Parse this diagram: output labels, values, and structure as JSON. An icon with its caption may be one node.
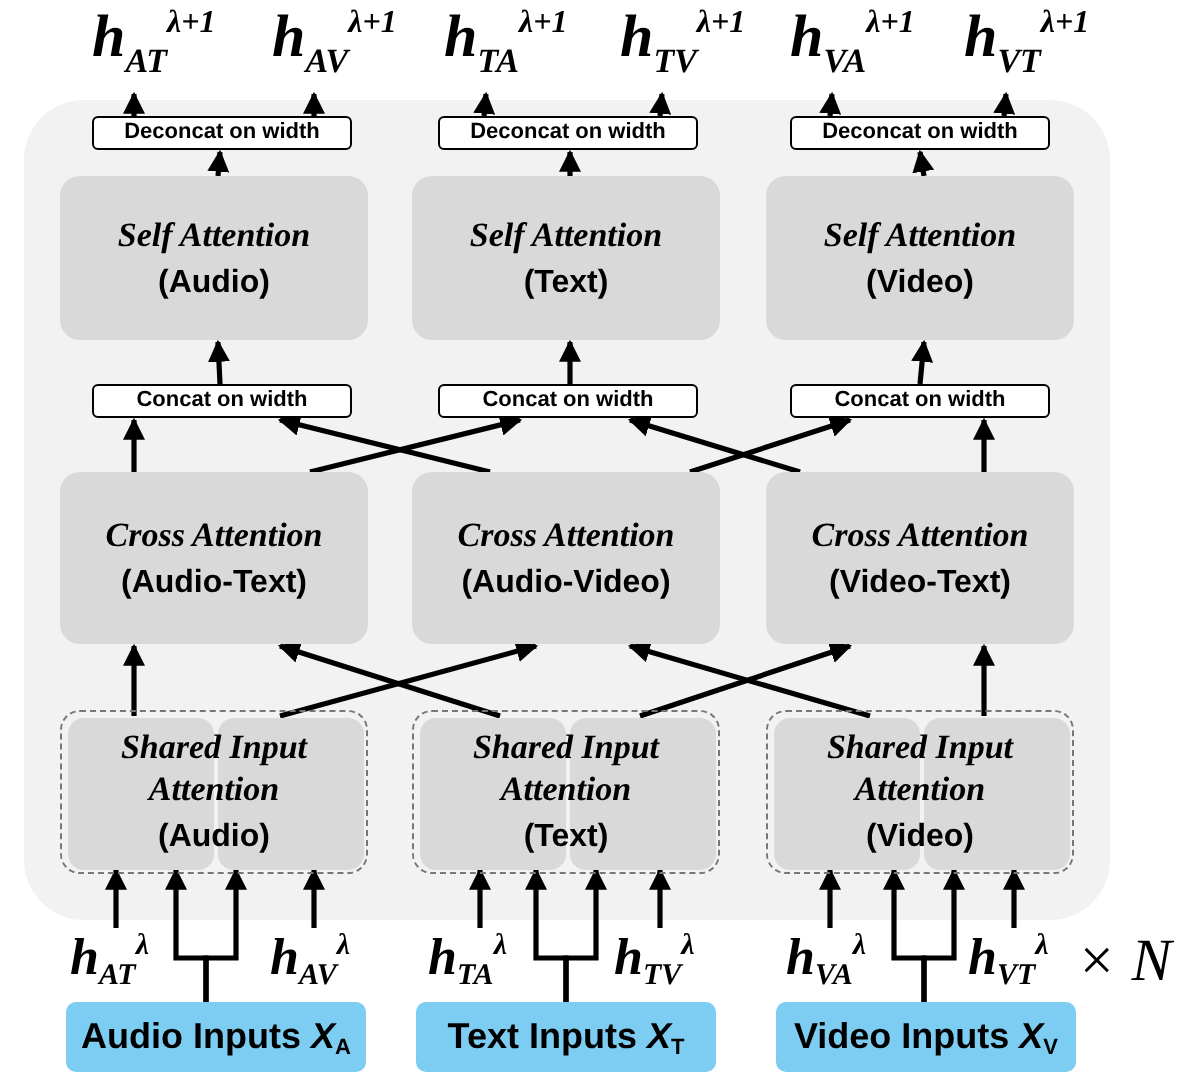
{
  "diagram": {
    "nodes": [
      {
        "text": [
          "h$_{AT}$$^{λ+1}$"
        ]
      },
      {
        "text": [
          "h$_{AV}$$^{λ+1}$"
        ]
      },
      {
        "text": [
          "h$_{TA}$$^{λ+1}$"
        ]
      },
      {
        "text": [
          "h$_{TV}$$^{λ+1}$"
        ]
      },
      {
        "text": [
          "h$_{VA}$$^{λ+1}$"
        ]
      },
      {
        "text": [
          "h$_{VT}$$^{λ+1}$"
        ]
      },
      {
        "text": [],
        "shape": "box"
      },
      {
        "text": [
          "Deconcat on width"
        ],
        "in": 6
      },
      {
        "text": [
          "Deconcat on width"
        ],
        "in": 6
      },
      {
        "text": [
          "Deconcat on width"
        ],
        "in": 6
      },
      {
        "text": [
          "Self Attention",
          "(Audio)"
        ],
        "in": 6
      },
      {
        "text": [
          "Self Attention",
          "(Text)"
        ],
        "in": 6
      },
      {
        "text": [
          "Self Attention",
          "(Video)"
        ],
        "in": 6
      },
      {
        "text": [
          "Concat on width"
        ],
        "in": 6
      },
      {
        "text": [
          "Concat on width"
        ],
        "in": 6
      },
      {
        "text": [
          "Concat on width"
        ],
        "in": 6
      },
      {
        "text": [
          "Cross Attention",
          "(Audio-Text)"
        ],
        "in": 6
      },
      {
        "text": [
          "Cross Attention",
          "(Audio-Video)"
        ],
        "in": 6
      },
      {
        "text": [
          "Cross Attention",
          "(Video-Text)"
        ],
        "in": 6
      },
      {
        "text": [
          "Shared Input Attention",
          "(Audio)"
        ],
        "in": 6
      },
      {
        "text": [
          "Shared Input Attention",
          "(Text)"
        ],
        "in": 6
      },
      {
        "text": [
          "Shared Input Attention",
          "(Video)"
        ],
        "in": 6
      },
      {
        "text": [],
        "shape": "box",
        "in": 19
      },
      {
        "text": [],
        "shape": "box",
        "in": 19
      },
      {
        "text": [],
        "shape": "box",
        "in": 20
      },
      {
        "text": [],
        "shape": "box",
        "in": 20
      },
      {
        "text": [],
        "shape": "box",
        "in": 21
      },
      {
        "text": [],
        "shape": "box",
        "in": 21
      },
      {
        "text": [
          "h$_{AT}$$^{λ}$"
        ]
      },
      {
        "text": [
          "h$_{AV}$$^{λ}$"
        ]
      },
      {
        "text": [
          "h$_{TA}$$^{λ}$"
        ]
      },
      {
        "text": [
          "h$_{TV}$$^{λ}$"
        ]
      },
      {
        "text": [
          "h$_{VA}$$^{λ}$"
        ]
      },
      {
        "text": [
          "h$_{VT}$$^{λ}$"
        ]
      },
      {
        "text": [
          "Audio Inputs *X*$_{A}$"
        ]
      },
      {
        "text": [
          "Text Inputs *X*$_{T}$"
        ]
      },
      {
        "text": [
          "Video Inputs *X*$_{V}$"
        ]
      }
    ],
    "edges": [
      {
        "from": 7,
        "to": 0,
        "arrow": "to"
      },
      {
        "from": 7,
        "to": 1,
        "arrow": "to"
      },
      {
        "from": 8,
        "to": 2,
        "arrow": "to"
      },
      {
        "from": 8,
        "to": 3,
        "arrow": "to"
      },
      {
        "from": 9,
        "to": 4,
        "arrow": "to"
      },
      {
        "from": 9,
        "to": 5,
        "arrow": "to"
      },
      {
        "from": 10,
        "to": 7,
        "arrow": "to"
      },
      {
        "from": 11,
        "to": 8,
        "arrow": "to"
      },
      {
        "from": 12,
        "to": 9,
        "arrow": "to"
      },
      {
        "from": 13,
        "to": 10,
        "arrow": "to"
      },
      {
        "from": 14,
        "to": 11,
        "arrow": "to"
      },
      {
        "from": 15,
        "to": 12,
        "arrow": "to"
      },
      {
        "from": 16,
        "to": 13,
        "arrow": "to"
      },
      {
        "from": 16,
        "to": 14,
        "arrow": "to"
      },
      {
        "from": 17,
        "to": 13,
        "arrow": "to"
      },
      {
        "from": 17,
        "to": 15,
        "arrow": "to"
      },
      {
        "from": 18,
        "to": 14,
        "arrow": "to"
      },
      {
        "from": 18,
        "to": 15,
        "arrow": "to"
      },
      {
        "from": 22,
        "to": 16,
        "arrow": "to"
      },
      {
        "from": 23,
        "to": 17,
        "arrow": "to"
      },
      {
        "from": 24,
        "to": 16,
        "arrow": "to"
      },
      {
        "from": 25,
        "to": 18,
        "arrow": "to"
      },
      {
        "from": 26,
        "to": 17,
        "arrow": "to"
      },
      {
        "from": 27,
        "to": 18,
        "arrow": "to"
      },
      {
        "from": 28,
        "to": 22,
        "arrow": "to"
      },
      {
        "from": 34,
        "to": 22,
        "arrow": "to"
      },
      {
        "from": 34,
        "to": 23,
        "arrow": "to"
      },
      {
        "from": 29,
        "to": 23,
        "arrow": "to"
      },
      {
        "from": 30,
        "to": 24,
        "arrow": "to"
      },
      {
        "from": 35,
        "to": 24,
        "arrow": "to"
      },
      {
        "from": 35,
        "to": 25,
        "arrow": "to"
      },
      {
        "from": 31,
        "to": 25,
        "arrow": "to"
      },
      {
        "from": 32,
        "to": 26,
        "arrow": "to"
      },
      {
        "from": 36,
        "to": 26,
        "arrow": "to"
      },
      {
        "from": 36,
        "to": 27,
        "arrow": "to"
      },
      {
        "from": 33,
        "to": 27,
        "arrow": "to"
      }
    ],
    "labels": [
      "× N"
    ]
  }
}
